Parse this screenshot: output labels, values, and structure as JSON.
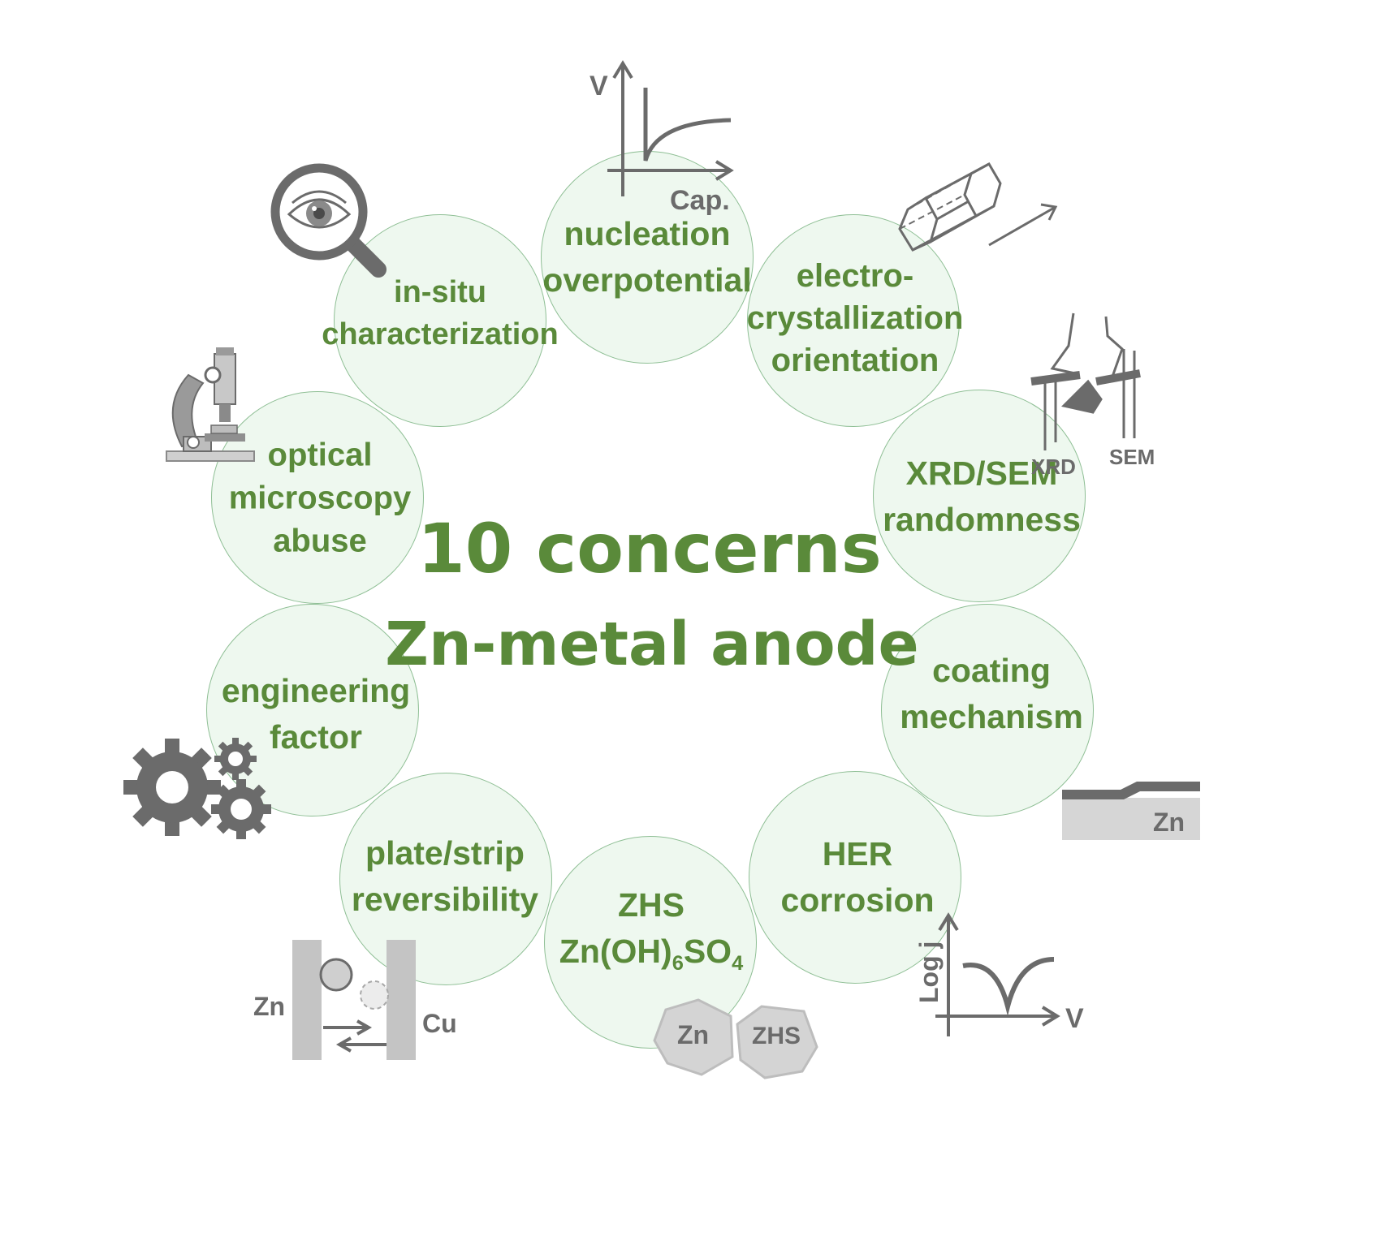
{
  "title": {
    "line1": "10 concerns",
    "line2": "Zn-metal anode"
  },
  "colors": {
    "text_green": "#5a8a3a",
    "bubble_fill": "#eef8ef",
    "bubble_border": "#8fbf95",
    "icon_gray": "#6b6b6b",
    "icon_light": "#c8c8c8"
  },
  "concerns": {
    "nucleation": {
      "line1": "nucleation",
      "line2": "overpotential"
    },
    "electrocrystallization": {
      "line1": "electro-",
      "line2": "crystallization",
      "line3": "orientation"
    },
    "xrd_sem": {
      "line1": "XRD/SEM",
      "line2": "randomness"
    },
    "coating": {
      "line1": "coating",
      "line2": "mechanism"
    },
    "her": {
      "line1": "HER",
      "line2": "corrosion"
    },
    "zhs": {
      "line1": "ZHS",
      "formula_base": "Zn(OH)",
      "formula_sub1": "6",
      "formula_mid": "SO",
      "formula_sub2": "4"
    },
    "plate_strip": {
      "line1": "plate/strip",
      "line2": "reversibility"
    },
    "engineering": {
      "line1": "engineering",
      "line2": "factor"
    },
    "optical": {
      "line1": "optical",
      "line2": "microscopy",
      "line3": "abuse"
    },
    "in_situ": {
      "line1": "in-situ",
      "line2": "characterization"
    }
  },
  "icon_labels": {
    "voltage_axis": "V",
    "capacity_axis": "Cap.",
    "xrd": "XRD",
    "sem": "SEM",
    "coating_zn": "Zn",
    "logj_axis": "Log j",
    "tafel_v_axis": "V",
    "crystal_zn": "Zn",
    "crystal_zhs": "ZHS",
    "electrode_zn": "Zn",
    "electrode_cu": "Cu"
  }
}
